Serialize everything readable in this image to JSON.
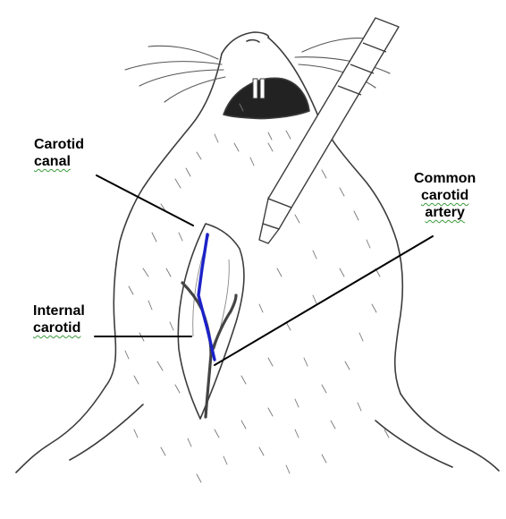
{
  "labels": {
    "carotid_canal": {
      "line1": "Carotid",
      "line2": "canal"
    },
    "common_carotid": {
      "line1": "Common",
      "line2": "carotid",
      "line3": "artery"
    },
    "internal_carotid": {
      "line1": "Internal",
      "line2": "carotid"
    }
  },
  "colors": {
    "drawing": "#3c3c3c",
    "marker": "#1c22c8",
    "background": "#ffffff"
  },
  "icons": [
    "rat-sketch",
    "forceps"
  ]
}
